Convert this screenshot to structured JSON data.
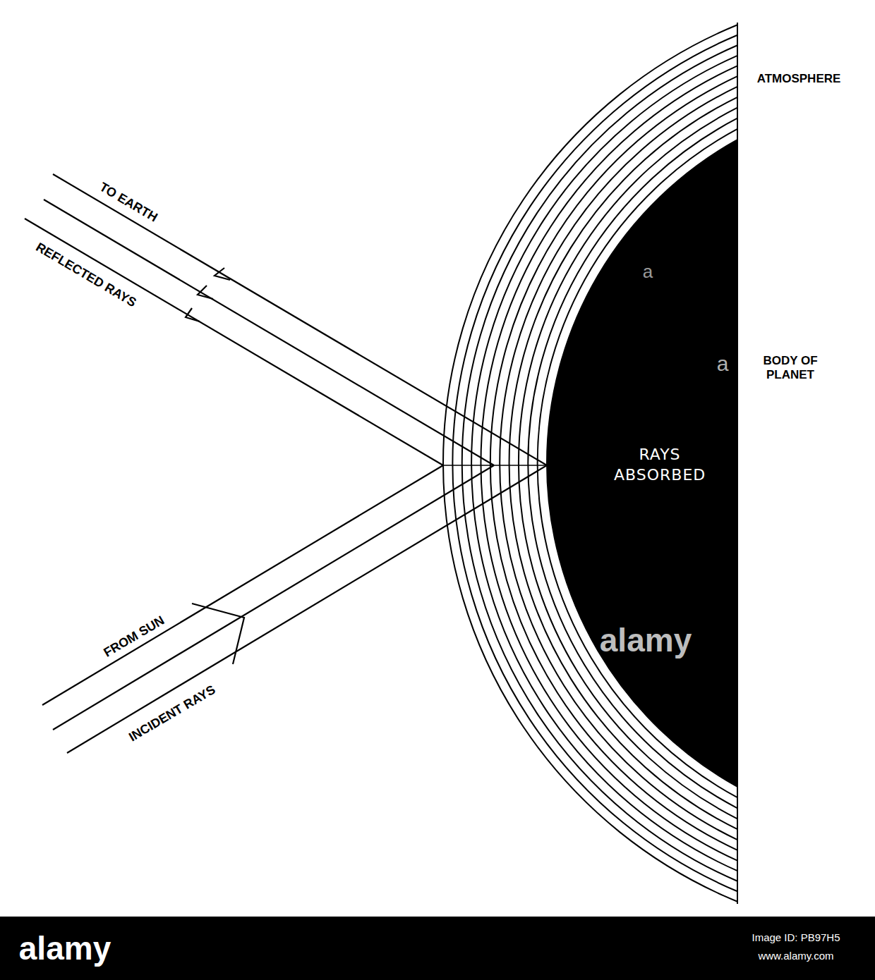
{
  "diagram": {
    "nodes": [
      {
        "text": [
          "RAYS ABSORBED"
        ]
      }
    ],
    "labels": [
      "ATMOSPHERE",
      "TO EARTH",
      "REFLECTED RAYS",
      "BODY OF PLANET",
      "a",
      "a",
      "FROM SUN",
      "INCIDENT RAYS",
      "alamy",
      "alamy",
      "Image ID: PB97H5",
      "www.alamy.com"
    ]
  }
}
